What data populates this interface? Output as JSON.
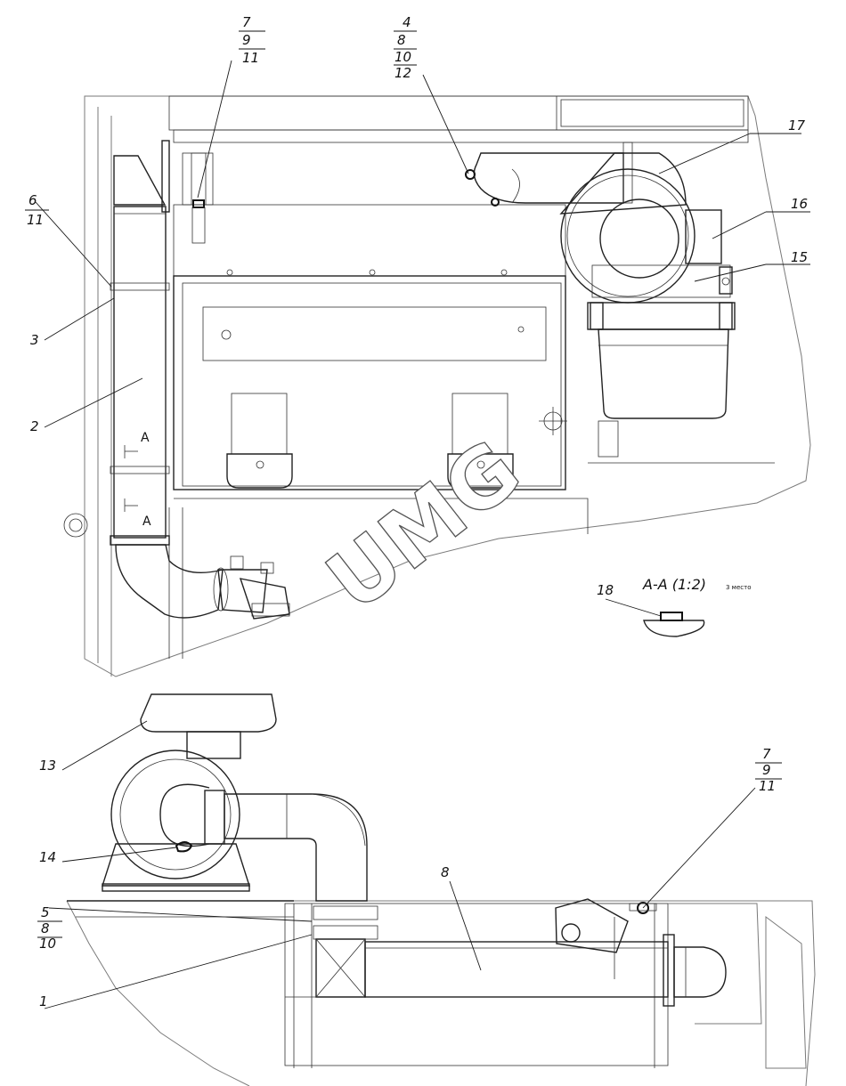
{
  "title": "",
  "watermark": "UMG",
  "section": {
    "title": "A-A (1:2)",
    "note": "3 место",
    "cut_letter": "A"
  },
  "callouts": {
    "c_7_9_11_top": [
      "7",
      "9",
      "11"
    ],
    "c_4_8_10_12": [
      "4",
      "8",
      "10",
      "12"
    ],
    "c_17": "17",
    "c_16": "16",
    "c_15": "15",
    "c_6_11": [
      "6",
      "11"
    ],
    "c_3": "3",
    "c_2": "2",
    "c_18": "18",
    "c_13": "13",
    "c_14": "14",
    "c_5_8_10": [
      "5",
      "8",
      "10"
    ],
    "c_1": "1",
    "c_8_bottom": "8",
    "c_7_9_11_bottom": [
      "7",
      "9",
      "11"
    ]
  }
}
